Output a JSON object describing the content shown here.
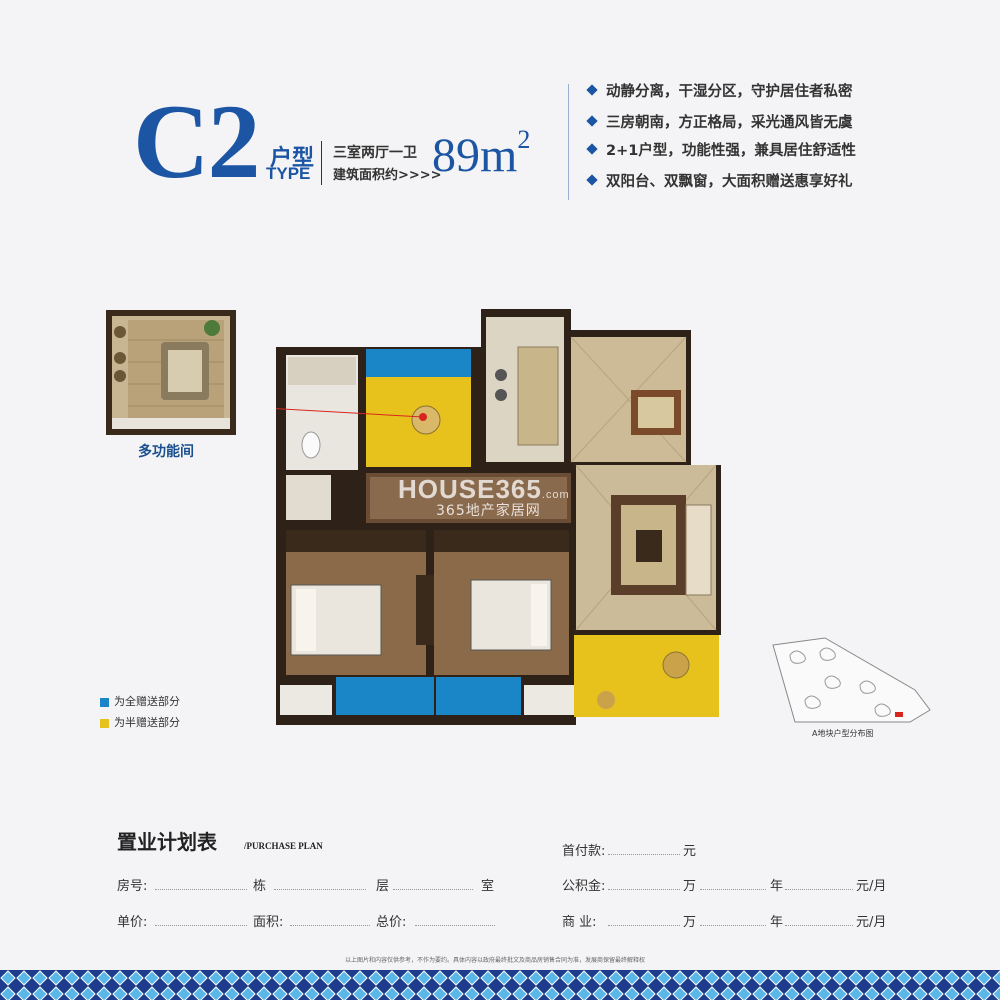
{
  "header": {
    "type_code": "C2",
    "type_cn": "户型",
    "type_en": "TYPE",
    "rooms": "三室两厅一卫",
    "area_label": "建筑面积约>>>>",
    "area_value": "89m",
    "area_sup": "2"
  },
  "features": [
    "动静分离，干湿分区，守护居住者私密",
    "三房朝南，方正格局，采光通风皆无虞",
    "2+1户型，功能性强，兼具居住舒适性",
    "双阳台、双飘窗，大面积赠送惠享好礼"
  ],
  "plan": {
    "multi_room_label": "多功能间",
    "watermark_brand": "HOUSE365",
    "watermark_domain": ".com",
    "watermark_site": "365地产家居网"
  },
  "legend": [
    {
      "label": "为全赠送部分",
      "color": "#1a86c8"
    },
    {
      "label": "为半赠送部分",
      "color": "#e8c21c"
    }
  ],
  "site_map_label": "A地块户型分布图",
  "purchase_plan": {
    "title": "置业计划表",
    "subtitle": "/PURCHASE PLAN",
    "row1": [
      "房号:",
      "栋",
      "层",
      "室"
    ],
    "row2": [
      "单价:",
      "面积:",
      "总价:"
    ],
    "down_payment": [
      "首付款:",
      "元"
    ],
    "fund": [
      "公积金:",
      "万",
      "年",
      "元/月"
    ],
    "commercial": [
      "商    业:",
      "万",
      "年",
      "元/月"
    ]
  },
  "disclaimer": "以上图片和内容仅供参考，不作为要约。具体内容以政府最终批文及商品房销售合同为准，发展商保留最终解释权"
}
